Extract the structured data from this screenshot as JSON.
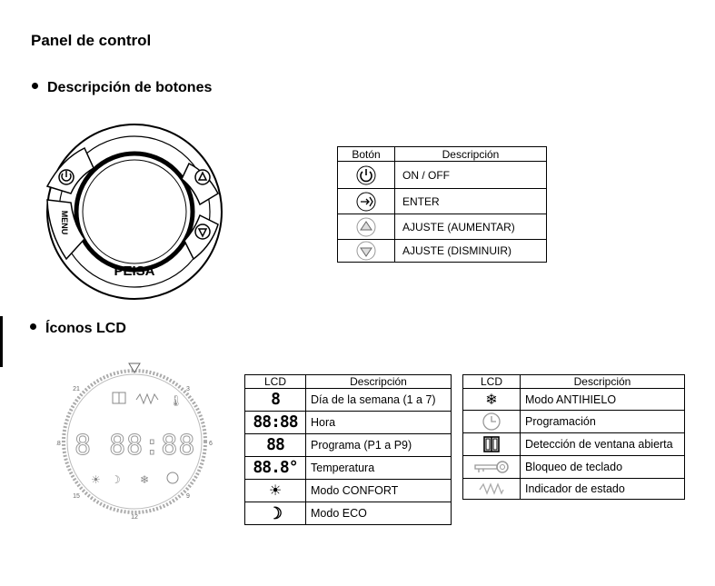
{
  "page_title": "Panel de control",
  "sections": {
    "buttons": {
      "heading": "Descripción de botones"
    },
    "lcd": {
      "heading": "Íconos LCD"
    }
  },
  "device": {
    "brand": "PEISA",
    "menu_label": "MENU",
    "dial_numbers": {
      "top_left": "21",
      "top_right": "3",
      "left": "18",
      "right": "6",
      "bottom_left": "15",
      "bottom_right": "9",
      "bottom": "12"
    }
  },
  "buttons_table": {
    "headers": [
      "Botón",
      "Descripción"
    ],
    "rows": [
      {
        "icon": "power-icon",
        "desc": "ON / OFF"
      },
      {
        "icon": "enter-icon",
        "desc": "ENTER"
      },
      {
        "icon": "up-arrow-icon",
        "desc": "AJUSTE (AUMENTAR)"
      },
      {
        "icon": "down-arrow-icon",
        "desc": "AJUSTE (DISMINUIR)"
      }
    ]
  },
  "lcd_table_left": {
    "headers": [
      "LCD",
      "Descripción"
    ],
    "rows": [
      {
        "icon": "digit-8-icon",
        "desc": "Día de la semana (1 a 7)"
      },
      {
        "icon": "clock-digits-icon",
        "desc": "Hora"
      },
      {
        "icon": "double-digit-icon",
        "desc": "Programa (P1 a P9)"
      },
      {
        "icon": "temperature-digits-icon",
        "desc": "Temperatura"
      },
      {
        "icon": "sun-icon",
        "desc": "Modo CONFORT"
      },
      {
        "icon": "moon-icon",
        "desc": "Modo ECO"
      }
    ]
  },
  "lcd_table_right": {
    "headers": [
      "LCD",
      "Descripción"
    ],
    "rows": [
      {
        "icon": "snowflake-icon",
        "desc": "Modo ANTIHIELO"
      },
      {
        "icon": "clock-icon",
        "desc": "Programación"
      },
      {
        "icon": "window-icon",
        "desc": "Detección de ventana abierta"
      },
      {
        "icon": "key-icon",
        "desc": "Bloqueo de teclado"
      },
      {
        "icon": "status-wave-icon",
        "desc": "Indicador de estado"
      }
    ]
  }
}
